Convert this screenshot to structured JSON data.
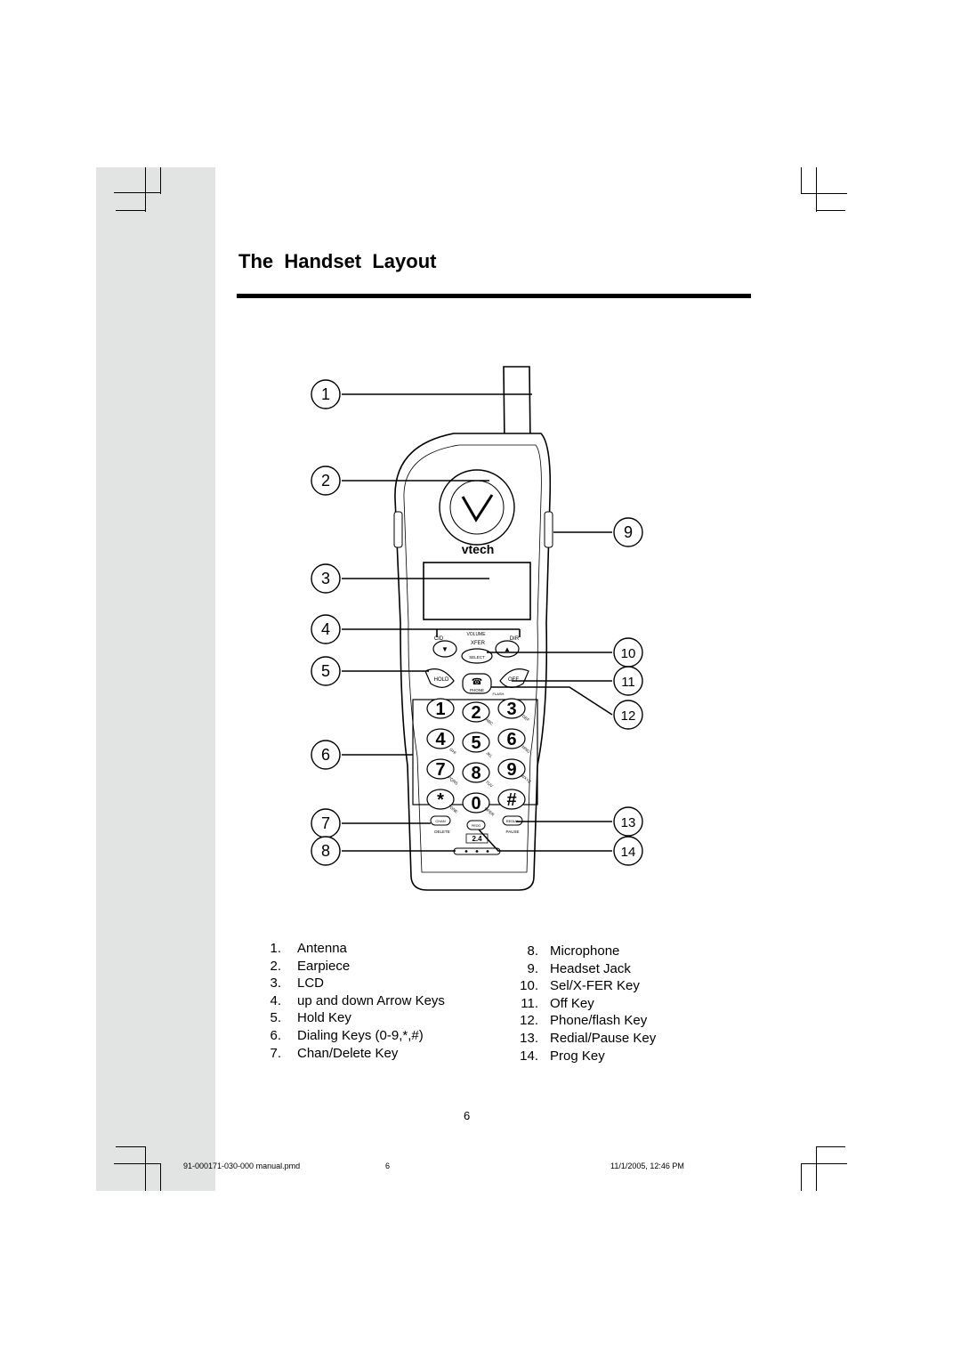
{
  "title": "The  Handset  Layout",
  "callouts": [
    "1",
    "2",
    "3",
    "4",
    "5",
    "6",
    "7",
    "8",
    "9",
    "10",
    "11",
    "12",
    "13",
    "14"
  ],
  "handset": {
    "brand": "vtech",
    "volume_label": "VOLUME",
    "cid_label": "CID",
    "dir_label": "DIR",
    "xfer_label": "XFER",
    "select_label": "SELECT",
    "hold_label": "HOLD",
    "off_label": "OFF",
    "phone_label": "PHONE",
    "flash_label": "FLASH",
    "keys": [
      "1",
      "2",
      "3",
      "4",
      "5",
      "6",
      "7",
      "8",
      "9",
      "*",
      "0",
      "#"
    ],
    "key_letters": [
      "ABC",
      "DEF",
      "GHI",
      "JKL",
      "MNO",
      "PQRS",
      "TUV",
      "WXYZ",
      "TONE",
      "OPER"
    ],
    "chan_label": "CHAN",
    "delete_label": "DELETE",
    "prog_label": "PROG",
    "redial_label": "REDIAL",
    "pause_label": "PAUSE",
    "band_label": "2.4"
  },
  "legend_left": [
    {
      "num": "1.",
      "label": "Antenna"
    },
    {
      "num": "2.",
      "label": "Earpiece"
    },
    {
      "num": "3.",
      "label": "LCD"
    },
    {
      "num": "4.",
      "label": "up and down Arrow Keys"
    },
    {
      "num": "5.",
      "label": "Hold Key"
    },
    {
      "num": "6.",
      "label": "Dialing Keys (0-9,*,#)"
    },
    {
      "num": "7.",
      "label": "Chan/Delete Key"
    }
  ],
  "legend_right": [
    {
      "num": "8.",
      "label": "Microphone"
    },
    {
      "num": "9.",
      "label": "Headset Jack"
    },
    {
      "num": "10.",
      "label": "Sel/X-FER Key"
    },
    {
      "num": "11.",
      "label": "Off Key"
    },
    {
      "num": "12.",
      "label": "Phone/flash Key"
    },
    {
      "num": "13.",
      "label": "Redial/Pause Key"
    },
    {
      "num": "14.",
      "label": "Prog Key"
    }
  ],
  "page_number": "6",
  "footer": {
    "file": "91-000171-030-000 manual.pmd",
    "page": "6",
    "datetime": "11/1/2005, 12:46 PM"
  }
}
